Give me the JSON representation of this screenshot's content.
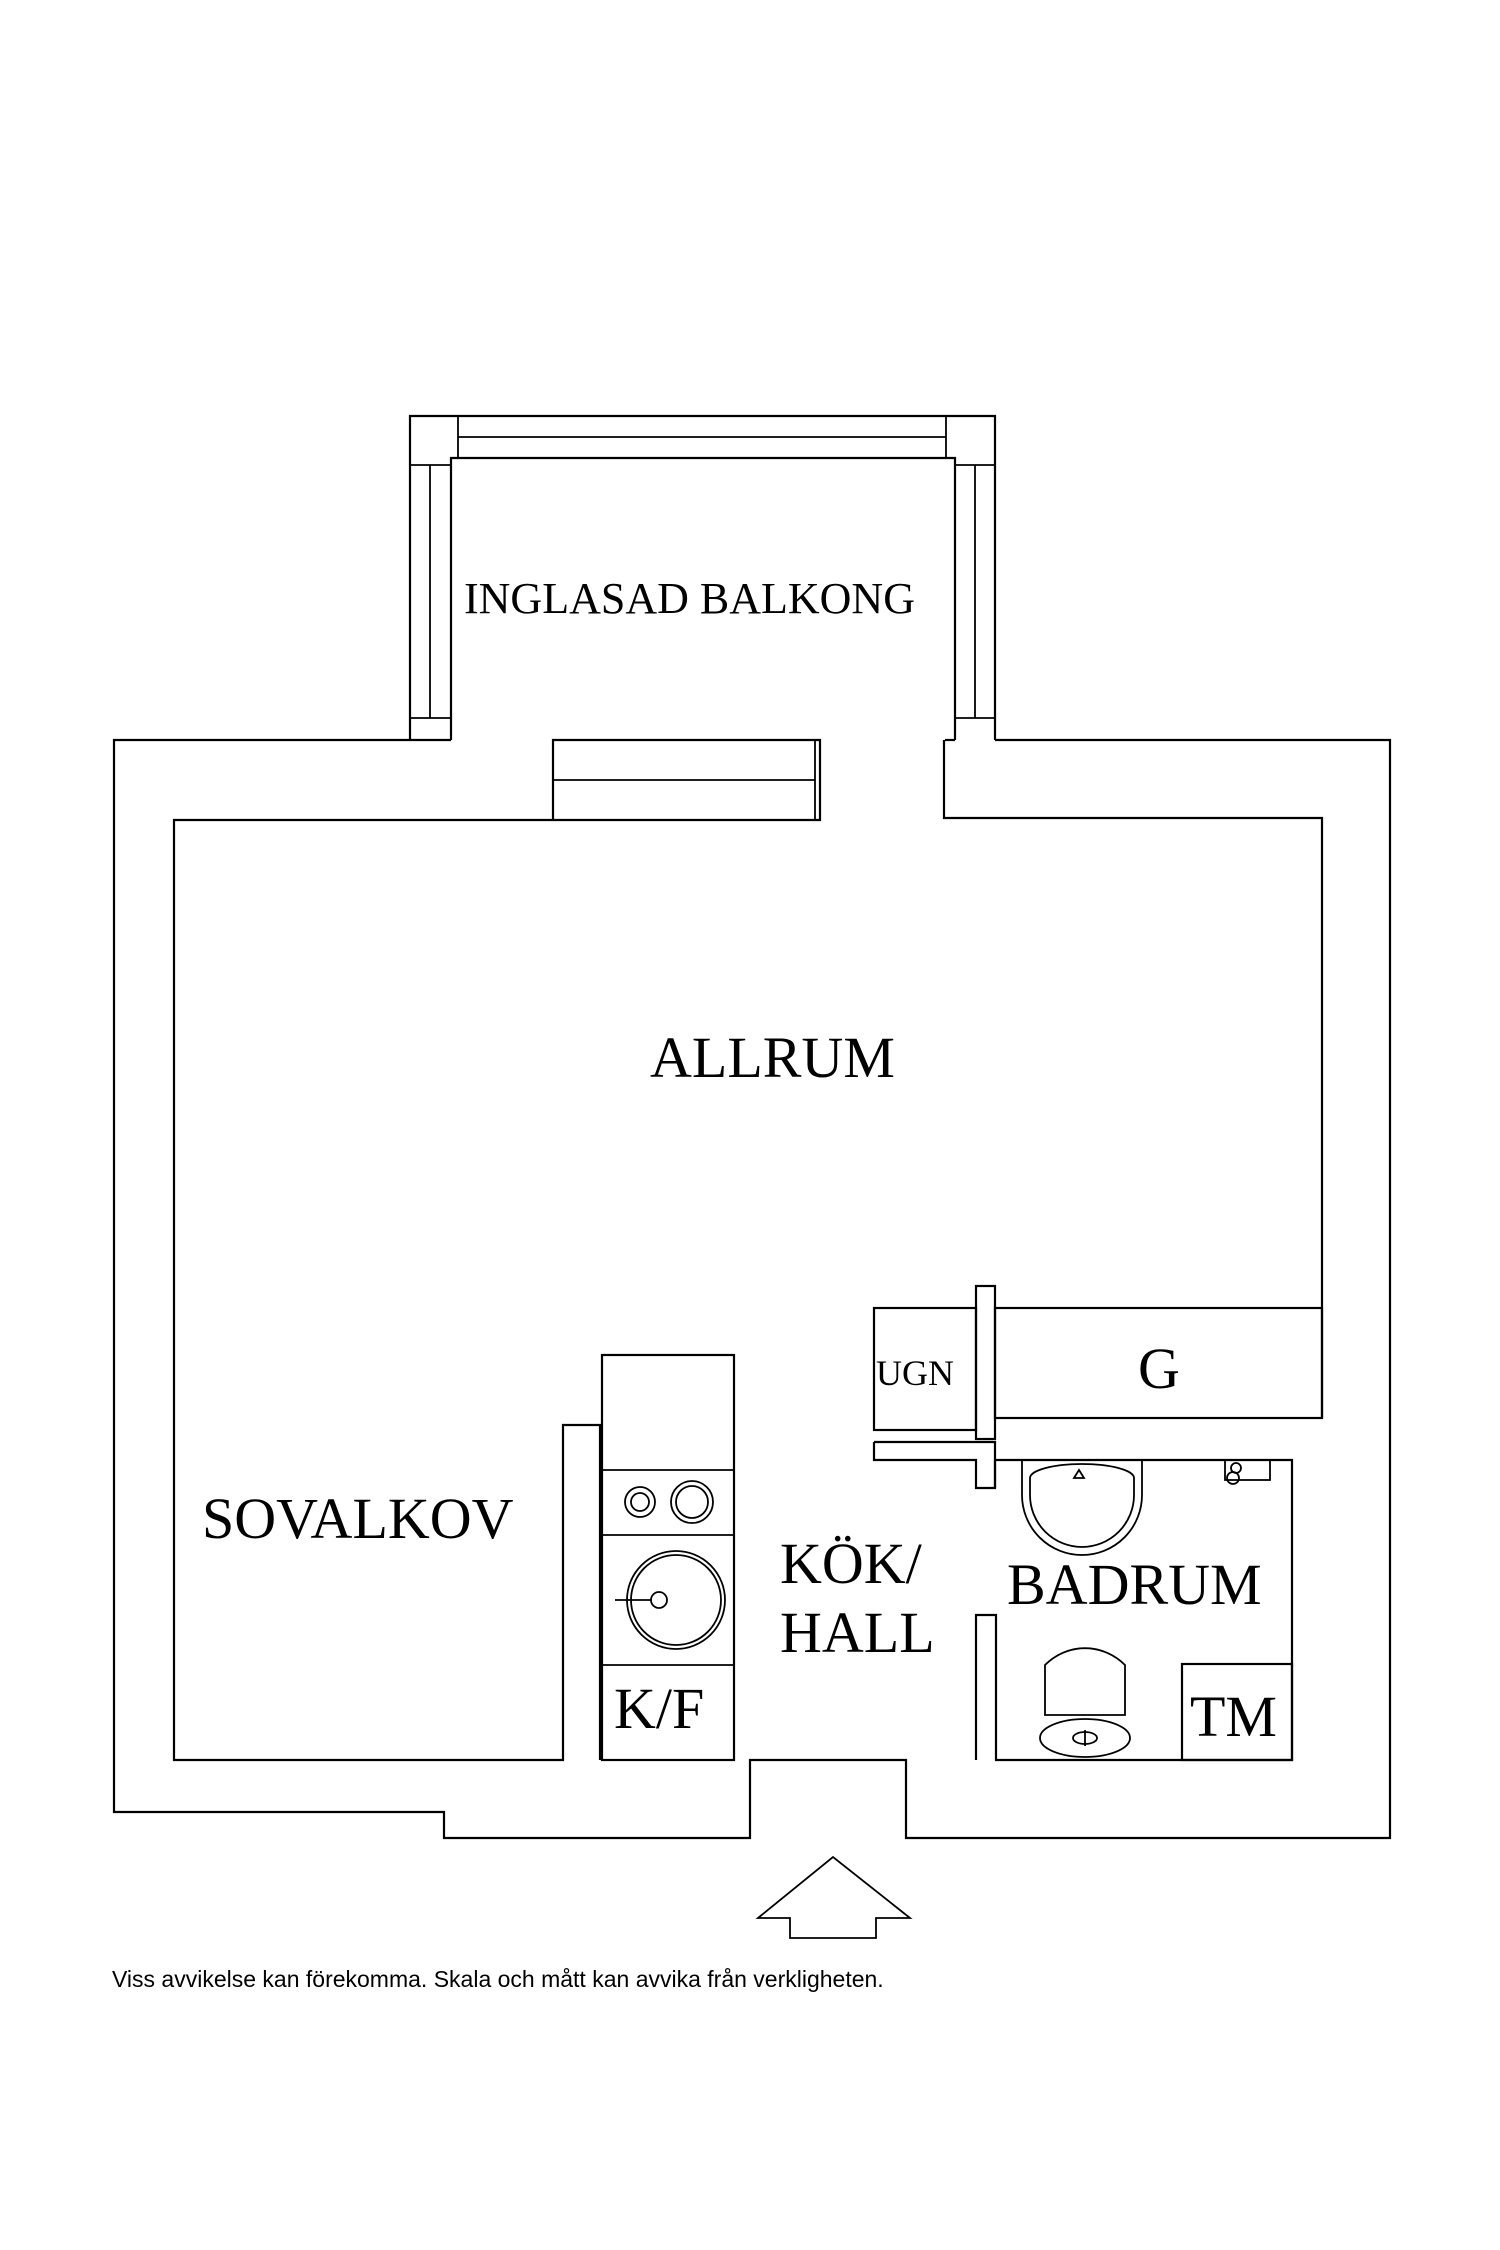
{
  "rooms": {
    "balcony": "INGLASAD BALKONG",
    "living": "ALLRUM",
    "sleeping": "SOVALKOV",
    "kitchen_line1": "KÖK/",
    "kitchen_line2": "HALL",
    "bathroom": "BADRUM",
    "fridge": "K/F",
    "oven": "UGN",
    "wardrobe": "G",
    "washer": "TM"
  },
  "disclaimer": "Viss avvikelse kan förekomma. Skala och mått kan avvika från verkligheten."
}
